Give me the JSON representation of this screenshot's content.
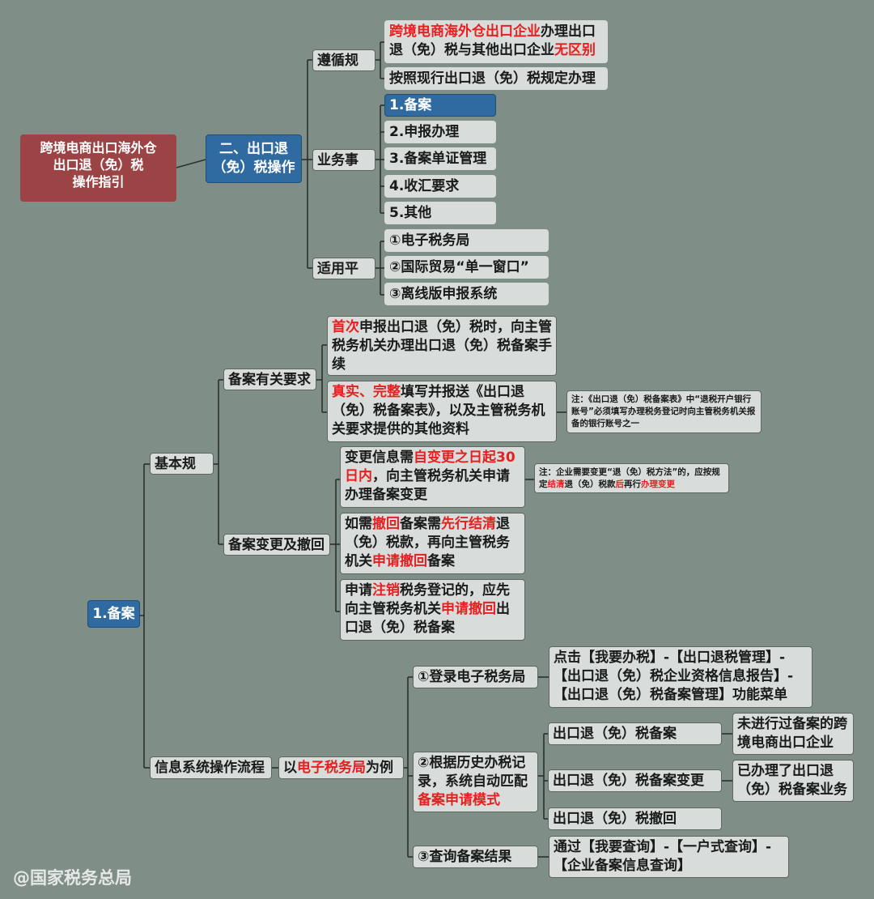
{
  "root": {
    "lines": [
      "跨境电商出口海外仓",
      "出口退（免）税",
      "操作指引"
    ]
  },
  "section2": {
    "lines": [
      "二、出口退",
      "（免）税操作"
    ]
  },
  "follow": {
    "label": "遵循规定",
    "item1": {
      "red": "跨境电商海外仓出口企业",
      "text1": "办理出口退（免）税与其他出口企业",
      "red2": "无区别"
    },
    "item2": "按照现行出口退（免）税规定办理"
  },
  "business": {
    "label": "业务事项",
    "items": [
      "1.备案",
      "2.申报办理",
      "3.备案单证管理",
      "4.收汇要求",
      "5.其他"
    ]
  },
  "platform": {
    "label": "适用平台",
    "items": [
      "①电子税务局",
      "②国际贸易“单一窗口”",
      "③离线版申报系统"
    ]
  },
  "filing": {
    "label": "1.备案"
  },
  "basic": {
    "label": "基本规定",
    "req": {
      "label": "备案有关要求",
      "item1": {
        "red": "首次",
        "text": "申报出口退（免）税时，向主管税务机关办理出口退（免）税备案手续"
      },
      "item2": {
        "red": "真实、完整",
        "text": "填写并报送《出口退（免）税备案表》，以及主管税务机关要求提供的其他资料"
      },
      "note": "注：《出口退（免）税备案表》中“退税开户银行账号”必须填写办理税务登记时向主管税务机关报备的银行账号之一"
    },
    "change": {
      "label": "备案变更及撤回",
      "item1": {
        "t1": "变更信息需",
        "r1": "自变更之日起30日内",
        "t2": "，向主管税务机关申请办理备案变更"
      },
      "note": {
        "t1": "注：企业需要变更“退（免）税方法”的，应按规定",
        "r1": "结清",
        "t2": "退（免）税款",
        "r2": "后",
        "t3": "再行",
        "r3": "办理变更"
      },
      "item2": {
        "t1": "如需",
        "r1": "撤回",
        "t2": "备案需",
        "r2": "先行结清",
        "t3": "退（免）税款，再向主管税务机关",
        "r3": "申请撤回",
        "t4": "备案"
      },
      "item3": {
        "t1": "申请",
        "r1": "注销",
        "t2": "税务登记的，应先向主管税务机关",
        "r2": "申请撤回",
        "t3": "出口退（免）税备案"
      }
    }
  },
  "system": {
    "label": "信息系统操作流程",
    "example": {
      "t1": "以",
      "r1": "电子税务局",
      "t2": "为例"
    },
    "step1": {
      "label": "①登录电子税务局",
      "detail": "点击【我要办税】-【出口退税管理】-【出口退（免）税企业资格信息报告】-【出口退（免）税备案管理】功能菜单"
    },
    "step2": {
      "t1": "②根据历史办税记录，系统自动匹配",
      "r1": "备案申请模式",
      "modes": [
        "出口退（免）税备案",
        "出口退（免）税备案变更",
        "出口退（免）税撤回"
      ],
      "mode1_note": "未进行过备案的跨境电商出口企业",
      "mode2_note": "已办理了出口退（免）税备案业务"
    },
    "step3": {
      "label": "③查询备案结果",
      "detail": "通过【我要查询】-【一户式查询】-【企业备案信息查询】"
    }
  },
  "watermark": "@国家税务总局",
  "colors": {
    "background": "#7f8f87",
    "node": "#d8dcda",
    "root": "#9c4346",
    "blue": "#2f6aa0",
    "highlight": "#e62020"
  }
}
